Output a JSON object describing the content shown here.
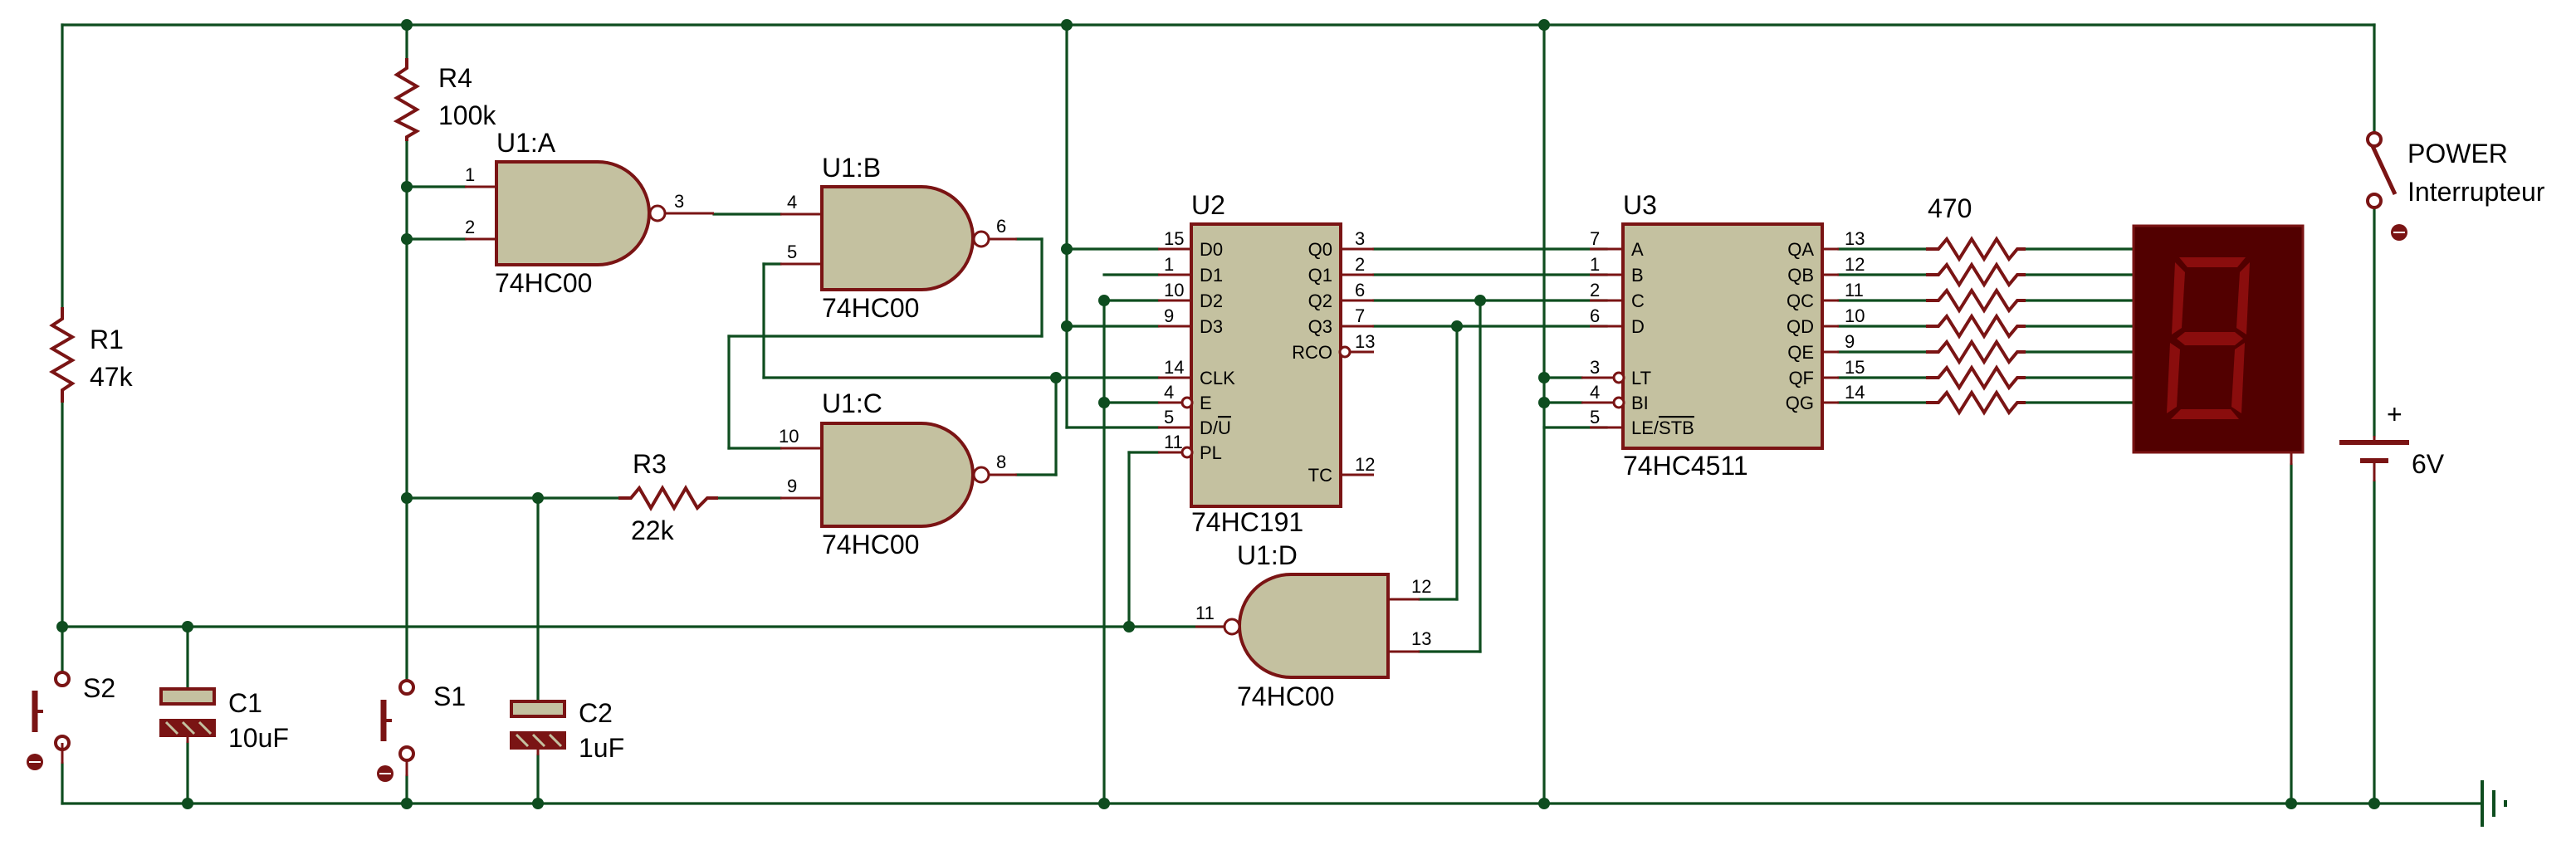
{
  "power": {
    "name": "POWER",
    "desc": "Interrupteur"
  },
  "battery": {
    "plus": "+",
    "value": "6V"
  },
  "resistors": {
    "r1": {
      "name": "R1",
      "value": "47k"
    },
    "r4": {
      "name": "R4",
      "value": "100k"
    },
    "r3": {
      "name": "R3",
      "value": "22k"
    },
    "seg": {
      "value": "470"
    }
  },
  "caps": {
    "c1": {
      "name": "C1",
      "value": "10uF"
    },
    "c2": {
      "name": "C2",
      "value": "1uF"
    }
  },
  "switches": {
    "s1": "S1",
    "s2": "S2"
  },
  "gates": {
    "a": {
      "name": "U1:A",
      "type": "74HC00",
      "in1": "1",
      "in2": "2",
      "out": "3"
    },
    "b": {
      "name": "U1:B",
      "type": "74HC00",
      "in1": "4",
      "in2": "5",
      "out": "6"
    },
    "c": {
      "name": "U1:C",
      "type": "74HC00",
      "in1": "10",
      "in2": "9",
      "out": "8"
    },
    "d": {
      "name": "U1:D",
      "type": "74HC00",
      "in1": "12",
      "in2": "13",
      "out": "11"
    }
  },
  "u2": {
    "name": "U2",
    "type": "74HC191",
    "left_labels": [
      "D0",
      "D1",
      "D2",
      "D3",
      "CLK",
      "E",
      "D/U",
      "PL"
    ],
    "left_pins": [
      "15",
      "1",
      "10",
      "9",
      "14",
      "4",
      "5",
      "11"
    ],
    "right_labels": [
      "Q0",
      "Q1",
      "Q2",
      "Q3",
      "RCO",
      "TC"
    ],
    "right_pins": [
      "3",
      "2",
      "6",
      "7",
      "13",
      "12"
    ]
  },
  "u3": {
    "name": "U3",
    "type": "74HC4511",
    "left_labels": [
      "A",
      "B",
      "C",
      "D",
      "LT",
      "BI",
      "LE/STB"
    ],
    "left_pins": [
      "7",
      "1",
      "2",
      "6",
      "3",
      "4",
      "5"
    ],
    "right_labels": [
      "QA",
      "QB",
      "QC",
      "QD",
      "QE",
      "QF",
      "QG"
    ],
    "right_pins": [
      "13",
      "12",
      "11",
      "10",
      "9",
      "15",
      "14"
    ]
  }
}
